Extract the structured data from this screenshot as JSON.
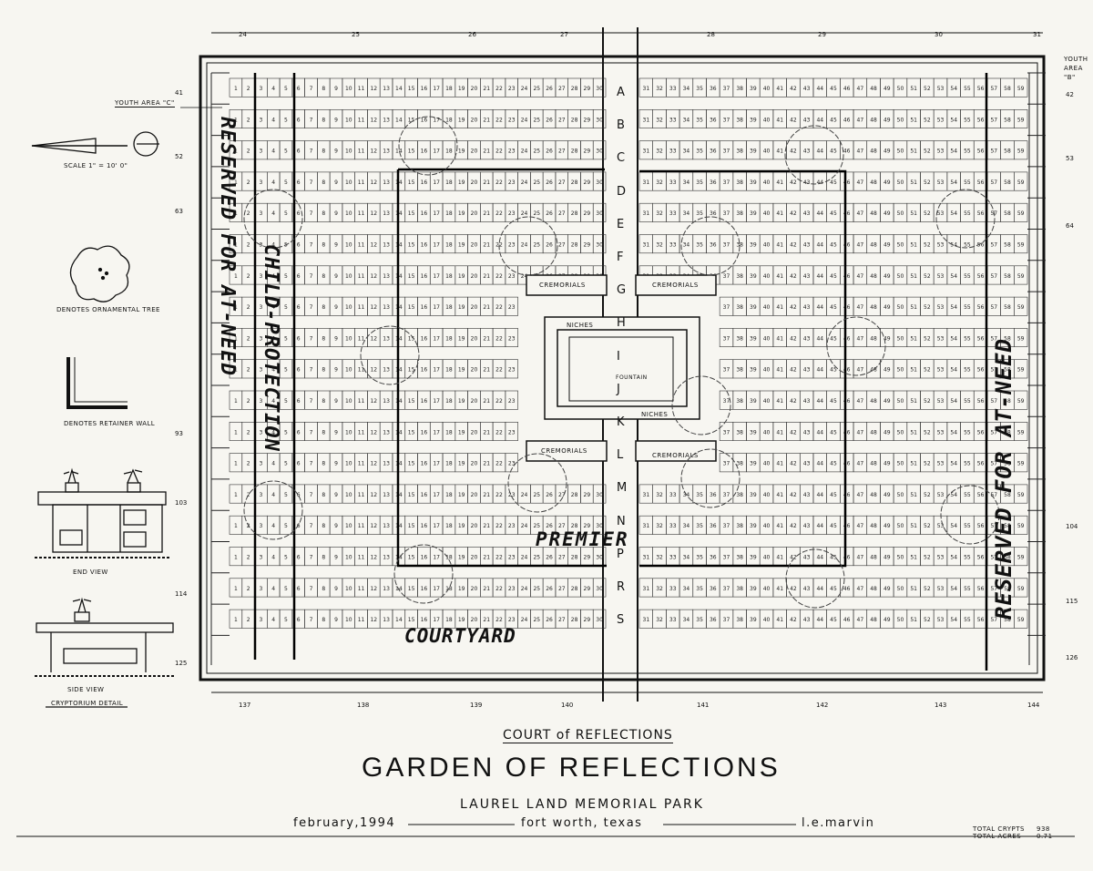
{
  "title_block": {
    "court": "COURT of REFLECTIONS",
    "garden": "GARDEN OF REFLECTIONS",
    "park": "LAUREL LAND  MEMORIAL  PARK",
    "date": "february,1994",
    "location": "fort worth, texas",
    "author": "l.e.marvin",
    "totals_line1": "TOTAL CRYPTS",
    "totals_line2": "TOTAL ACRES",
    "totals_val1": "938",
    "totals_val2": "0.71"
  },
  "legend": {
    "scale": "SCALE  1\" = 10' 0\"",
    "tree": "DENOTES ORNAMENTAL TREE",
    "wall": "DENOTES RETAINER WALL",
    "end_view": "END VIEW",
    "side_view": "SIDE VIEW",
    "cryptorium": "CRYPTORIUM DETAIL"
  },
  "areas": {
    "youth_c": "YOUTH AREA \"C\"",
    "youth_b_1": "YOUTH",
    "youth_b_2": "AREA",
    "youth_b_3": "\"B\"",
    "cremorials": "CREMORIALS",
    "niches": "NICHES",
    "fountain": "FOUNTAIN"
  },
  "handwritten": {
    "reserved_left": "RESERVED FOR AT-NEED",
    "child_protection": "CHILD-PROTECTION",
    "reserved_right": "RESERVED FOR AT-NEED",
    "premier": "PREMIER",
    "courtyard": "COURTYARD"
  },
  "row_letters": [
    "A",
    "B",
    "C",
    "D",
    "E",
    "F",
    "G",
    "H",
    "I",
    "J",
    "K",
    "L",
    "M",
    "N",
    "P",
    "R",
    "S"
  ],
  "top_section_numbers": [
    "24",
    "25",
    "26",
    "27",
    "28",
    "29",
    "30",
    "31"
  ],
  "bottom_section_numbers": [
    "137",
    "138",
    "139",
    "140",
    "141",
    "142",
    "143",
    "144"
  ],
  "left_margin_numbers": [
    "41",
    "52",
    "63",
    "93",
    "103",
    "114",
    "125"
  ],
  "right_margin_numbers": [
    "42",
    "53",
    "64",
    "104",
    "115",
    "126"
  ]
}
